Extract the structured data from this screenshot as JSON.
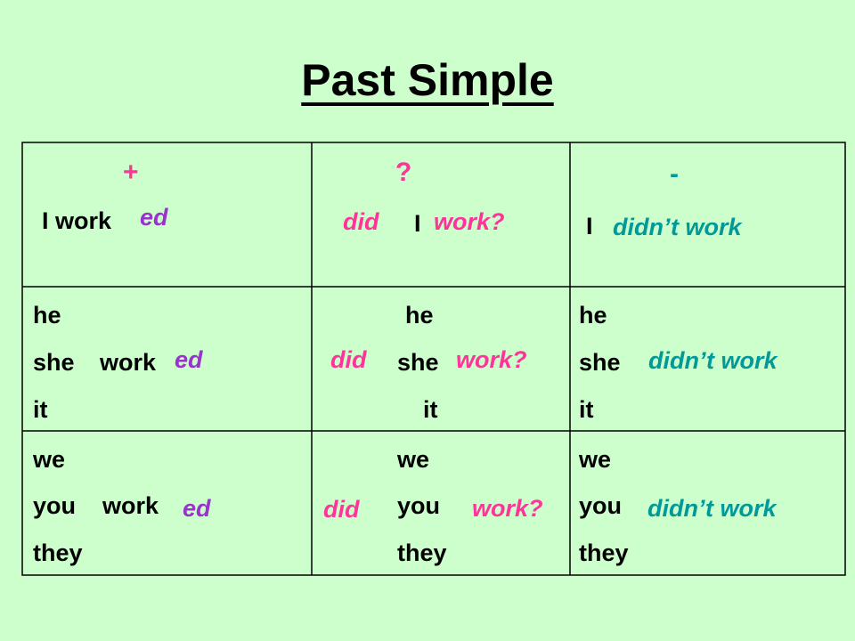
{
  "title": "Past Simple",
  "colors": {
    "background": "#ccffcc",
    "table_border": "#000000",
    "ending": "#9933cc",
    "question": "#ff3399",
    "negative": "#009999"
  },
  "headers": {
    "positive": "+",
    "question": "?",
    "negative": "-"
  },
  "row_i": {
    "pos_stem": "I work",
    "pos_ending": "ed",
    "q_did": "did",
    "q_subject": "I",
    "q_verb": "work?",
    "neg_subject": "I",
    "neg_verb": "didn’t work"
  },
  "row_he": {
    "pronouns": [
      "he",
      "she",
      "it"
    ],
    "pos_work": "work",
    "pos_ending": "ed",
    "q_did": "did",
    "q_verb": "work?",
    "neg_verb": "didn’t work"
  },
  "row_we": {
    "pronouns": [
      "we",
      "you",
      "they"
    ],
    "pos_work": "work",
    "pos_ending": "ed",
    "q_did": "did",
    "q_verb": "work?",
    "neg_verb": "didn’t work"
  }
}
